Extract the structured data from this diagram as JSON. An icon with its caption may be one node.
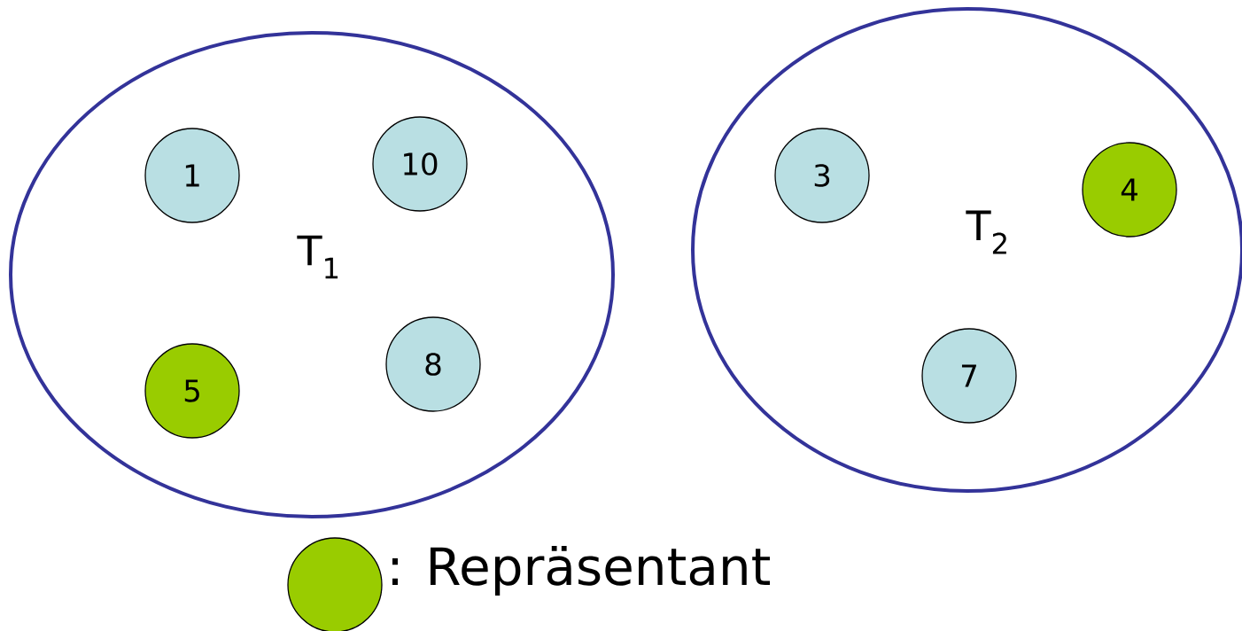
{
  "diagram": {
    "nodes": [
      {
        "text": [
          "T$_{1}$"
        ]
      },
      {
        "text": [
          "1"
        ],
        "in": 0
      },
      {
        "text": [
          "10"
        ],
        "in": 0
      },
      {
        "text": [
          "5"
        ],
        "in": 0
      },
      {
        "text": [
          "8"
        ],
        "in": 0
      },
      {
        "text": [
          "T$_{2}$"
        ]
      },
      {
        "text": [
          "3"
        ],
        "in": 5
      },
      {
        "text": [
          "4"
        ],
        "in": 5
      },
      {
        "text": [
          "7"
        ],
        "in": 5
      }
    ],
    "legend": [
      {
        "text": ": Repräsentant",
        "color": "#99cc00"
      }
    ]
  }
}
